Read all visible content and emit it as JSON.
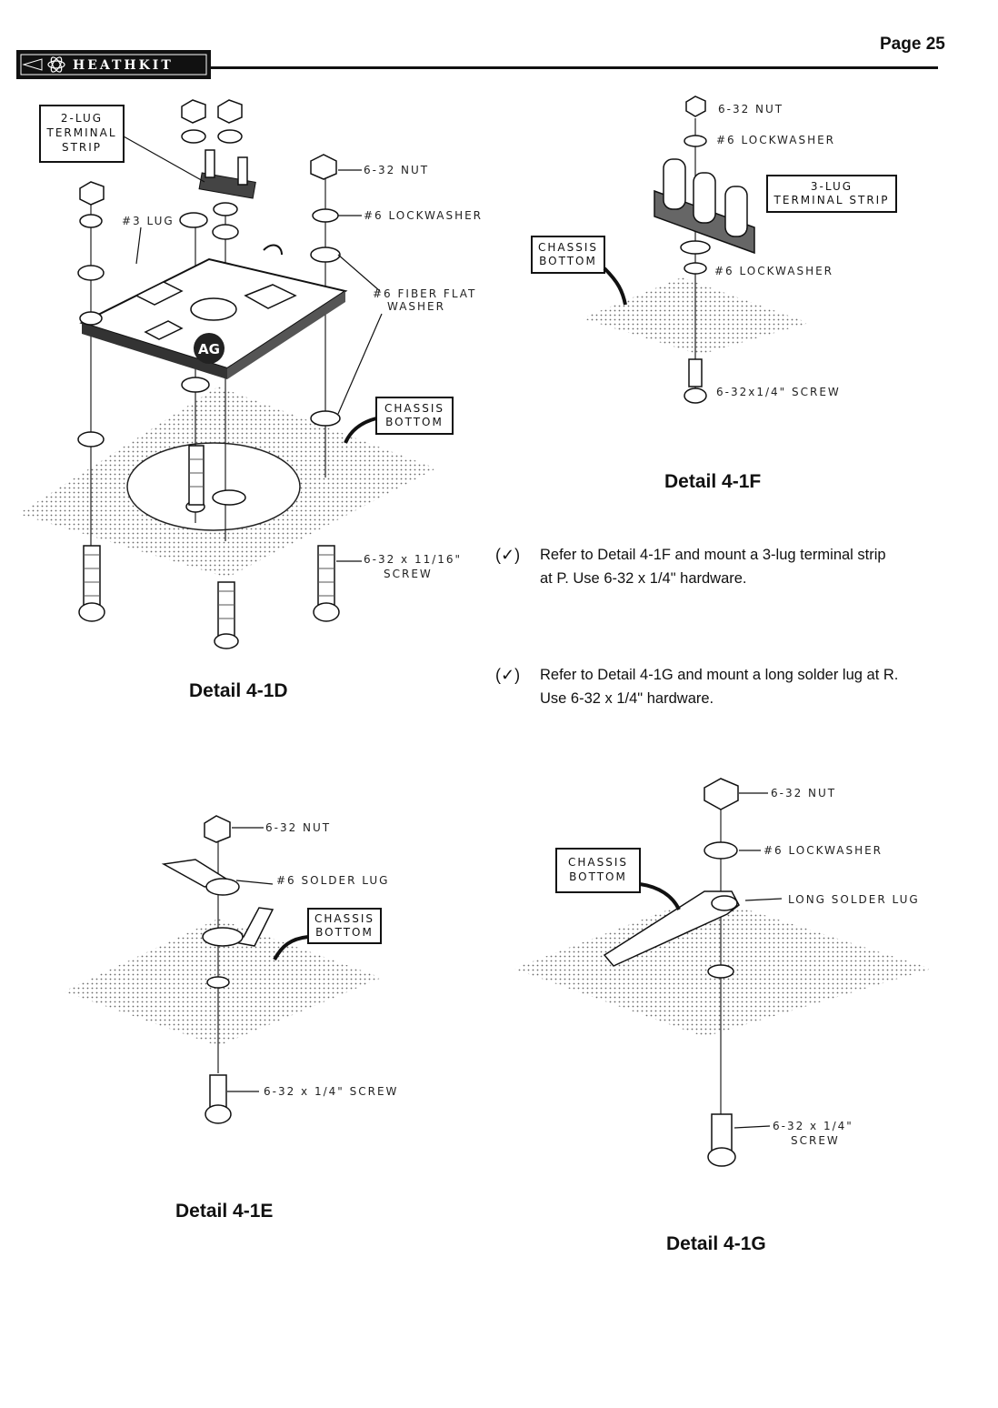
{
  "header": {
    "logo_text": "HEATHKIT",
    "page_number": "Page 25"
  },
  "details": {
    "d": {
      "caption": "Detail 4-1D",
      "labels": {
        "terminal_strip": [
          "2-LUG",
          "TERMINAL",
          "STRIP"
        ],
        "lug": "#3 LUG",
        "nut": "6-32 NUT",
        "lockwasher": "#6 LOCKWASHER",
        "fiber_washer": [
          "#6 FIBER FLAT",
          "WASHER"
        ],
        "chassis": [
          "CHASSIS",
          "BOTTOM"
        ],
        "screw": [
          "6-32 x 11/16\"",
          "SCREW"
        ],
        "badge": "AG"
      }
    },
    "e": {
      "caption": "Detail 4-1E",
      "labels": {
        "nut": "6-32 NUT",
        "solder_lug": "#6 SOLDER LUG",
        "chassis": [
          "CHASSIS",
          "BOTTOM"
        ],
        "screw": "6-32 x 1/4\" SCREW"
      }
    },
    "f": {
      "caption": "Detail 4-1F",
      "labels": {
        "nut": "6-32 NUT",
        "lockwasher_top": "#6 LOCKWASHER",
        "terminal_strip": [
          "3-LUG",
          "TERMINAL STRIP"
        ],
        "chassis": [
          "CHASSIS",
          "BOTTOM"
        ],
        "lockwasher_bottom": "#6 LOCKWASHER",
        "screw": "6-32x1/4\" SCREW"
      }
    },
    "g": {
      "caption": "Detail 4-1G",
      "labels": {
        "nut": "6-32 NUT",
        "lockwasher": "#6 LOCKWASHER",
        "chassis": [
          "CHASSIS",
          "BOTTOM"
        ],
        "long_solder_lug": "LONG SOLDER LUG",
        "screw": [
          "6-32 x 1/4\"",
          "SCREW"
        ]
      }
    }
  },
  "steps": [
    {
      "check": "(✓)",
      "lines": [
        "Refer to Detail 4-1F and mount a 3-lug terminal strip",
        "at P. Use 6-32 x 1/4\" hardware."
      ]
    },
    {
      "check": "(✓)",
      "lines": [
        "Refer to Detail 4-1G and mount a long solder lug at R.",
        "Use 6-32 x 1/4\" hardware."
      ]
    }
  ]
}
